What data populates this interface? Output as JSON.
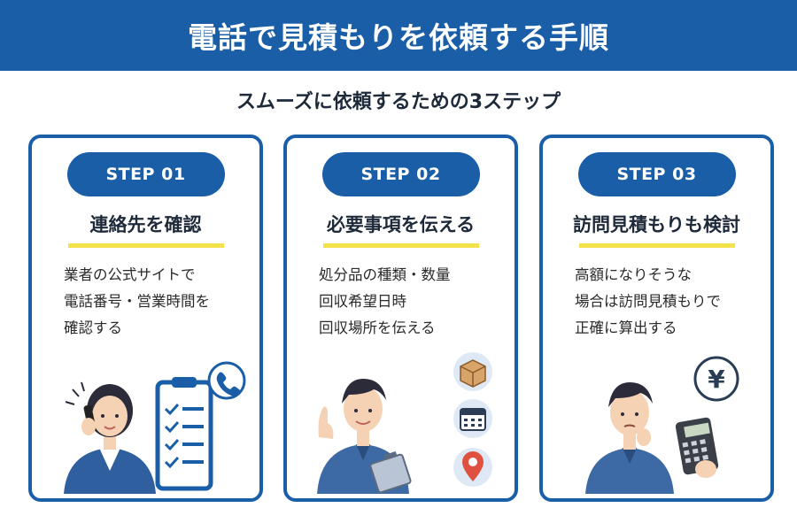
{
  "header": {
    "title": "電話で見積もりを依頼する手順"
  },
  "subtitle": "スムーズに依頼するための3ステップ",
  "steps": [
    {
      "label": "STEP 01",
      "title": "連絡先を確認",
      "lines": [
        "業者の公式サイトで",
        "電話番号・営業時間を",
        "確認する"
      ],
      "illustration": [
        "woman-on-phone",
        "clipboard-checklist-icon",
        "phone-icon"
      ]
    },
    {
      "label": "STEP 02",
      "title": "必要事項を伝える",
      "lines": [
        "処分品の種類・数量",
        "回収希望日時",
        "回収場所を伝える"
      ],
      "illustration": [
        "worker-with-clipboard",
        "box-icon",
        "calendar-icon",
        "location-pin-icon"
      ]
    },
    {
      "label": "STEP 03",
      "title": "訪問見積もりも検討",
      "lines": [
        "高額になりそうな",
        "場合は訪問見積もりで",
        "正確に算出する"
      ],
      "illustration": [
        "worker-with-calculator",
        "yen-icon",
        "calculator-icon"
      ]
    }
  ],
  "colors": {
    "primary": "#1a5ea7",
    "accent": "#f4e24a",
    "skin": "#f6d2b4",
    "hair": "#2b2b3a",
    "icon_bg": "#dfe9f5"
  },
  "icons": {
    "yen": "¥"
  }
}
